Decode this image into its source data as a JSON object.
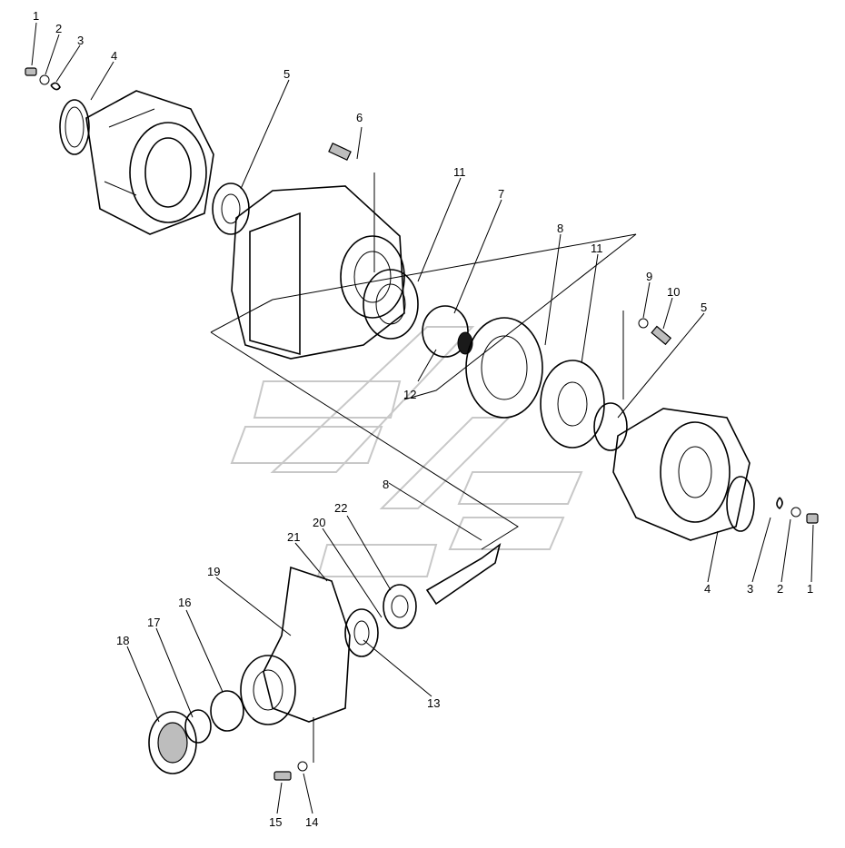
{
  "diagram": {
    "callouts": [
      {
        "id": "c1a",
        "text": "1"
      },
      {
        "id": "c2a",
        "text": "2"
      },
      {
        "id": "c3a",
        "text": "3"
      },
      {
        "id": "c4a",
        "text": "4"
      },
      {
        "id": "c5a",
        "text": "5"
      },
      {
        "id": "c6",
        "text": "6"
      },
      {
        "id": "c11a",
        "text": "11"
      },
      {
        "id": "c7",
        "text": "7"
      },
      {
        "id": "c8a",
        "text": "8"
      },
      {
        "id": "c11b",
        "text": "11"
      },
      {
        "id": "c9",
        "text": "9"
      },
      {
        "id": "c10",
        "text": "10"
      },
      {
        "id": "c5b",
        "text": "5"
      },
      {
        "id": "c12",
        "text": "12"
      },
      {
        "id": "c8b",
        "text": "8"
      },
      {
        "id": "c22",
        "text": "22"
      },
      {
        "id": "c20",
        "text": "20"
      },
      {
        "id": "c21",
        "text": "21"
      },
      {
        "id": "c19",
        "text": "19"
      },
      {
        "id": "c16",
        "text": "16"
      },
      {
        "id": "c17",
        "text": "17"
      },
      {
        "id": "c18",
        "text": "18"
      },
      {
        "id": "c13",
        "text": "13"
      },
      {
        "id": "c4b",
        "text": "4"
      },
      {
        "id": "c3b",
        "text": "3"
      },
      {
        "id": "c2b",
        "text": "2"
      },
      {
        "id": "c1b",
        "text": "1"
      },
      {
        "id": "c15",
        "text": "15"
      },
      {
        "id": "c14",
        "text": "14"
      }
    ]
  }
}
